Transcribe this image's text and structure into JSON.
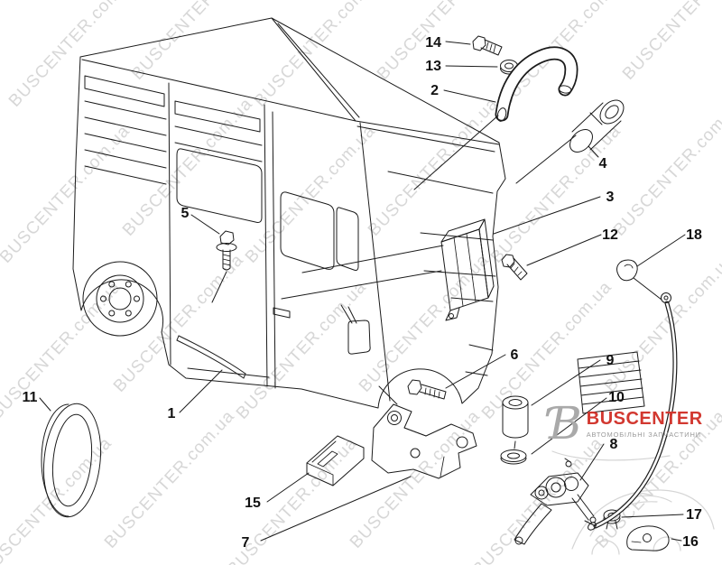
{
  "page": {
    "background": "#ffffff"
  },
  "watermark": {
    "text": "BUSCENTER.com.ua",
    "color": "#d7d7d7"
  },
  "logo": {
    "symbol": "Ɓ",
    "brand": "BUSCENTER",
    "brand_color": "#d23830",
    "tagline": "АВТОМОБІЛЬНІ ЗАПЧАСТИНИ"
  },
  "diagram": {
    "type": "exploded-parts-diagram",
    "subject": "panel van rear-side view with exploded fasteners, relay box, hose, brackets, plug and cable",
    "callouts": [
      {
        "label": "1"
      },
      {
        "label": "2"
      },
      {
        "label": "3"
      },
      {
        "label": "4"
      },
      {
        "label": "5"
      },
      {
        "label": "6"
      },
      {
        "label": "7"
      },
      {
        "label": "8"
      },
      {
        "label": "9"
      },
      {
        "label": "10"
      },
      {
        "label": "11"
      },
      {
        "label": "12"
      },
      {
        "label": "13"
      },
      {
        "label": "14"
      },
      {
        "label": "15"
      },
      {
        "label": "16"
      },
      {
        "label": "17"
      },
      {
        "label": "18"
      }
    ]
  }
}
